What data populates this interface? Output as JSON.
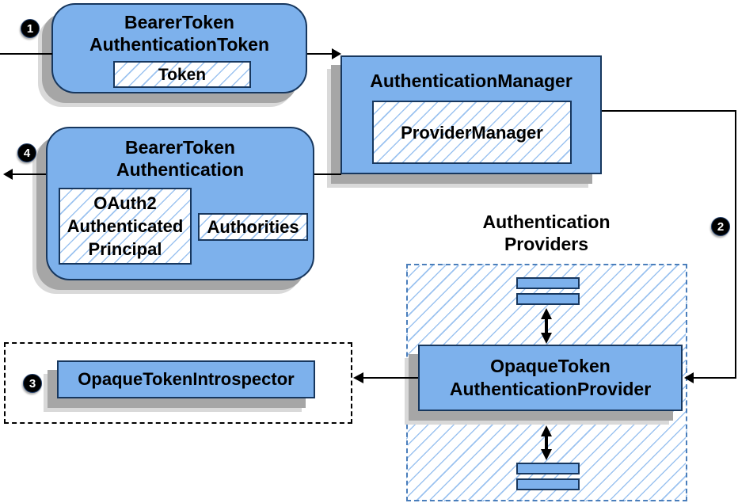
{
  "diagram": {
    "badges": {
      "step1": "1",
      "step2": "2",
      "step3": "3",
      "step4": "4"
    },
    "nodes": {
      "bearer_token_authentication_token": {
        "title_line1": "BearerToken",
        "title_line2": "AuthenticationToken",
        "token_label": "Token"
      },
      "authentication_manager": {
        "title": "AuthenticationManager",
        "provider_manager_label": "ProviderManager"
      },
      "bearer_token_authentication": {
        "title_line1": "BearerToken",
        "title_line2": "Authentication",
        "principal_line1": "OAuth2",
        "principal_line2": "Authenticated",
        "principal_line3": "Principal",
        "authorities_label": "Authorities"
      },
      "authentication_providers": {
        "caption_line1": "Authentication",
        "caption_line2": "Providers",
        "provider_line1": "OpaqueToken",
        "provider_line2": "AuthenticationProvider"
      },
      "opaque_token_introspector": {
        "label": "OpaqueTokenIntrospector"
      }
    },
    "colors": {
      "node_fill": "#7db1ec",
      "node_border": "#17375e",
      "hatch_line": "#9cc3f0",
      "providers_border": "#4a7ebb",
      "shadow_dark": "#a6a6a6",
      "shadow_light": "#d9d9d9",
      "arrow": "#000000"
    }
  }
}
